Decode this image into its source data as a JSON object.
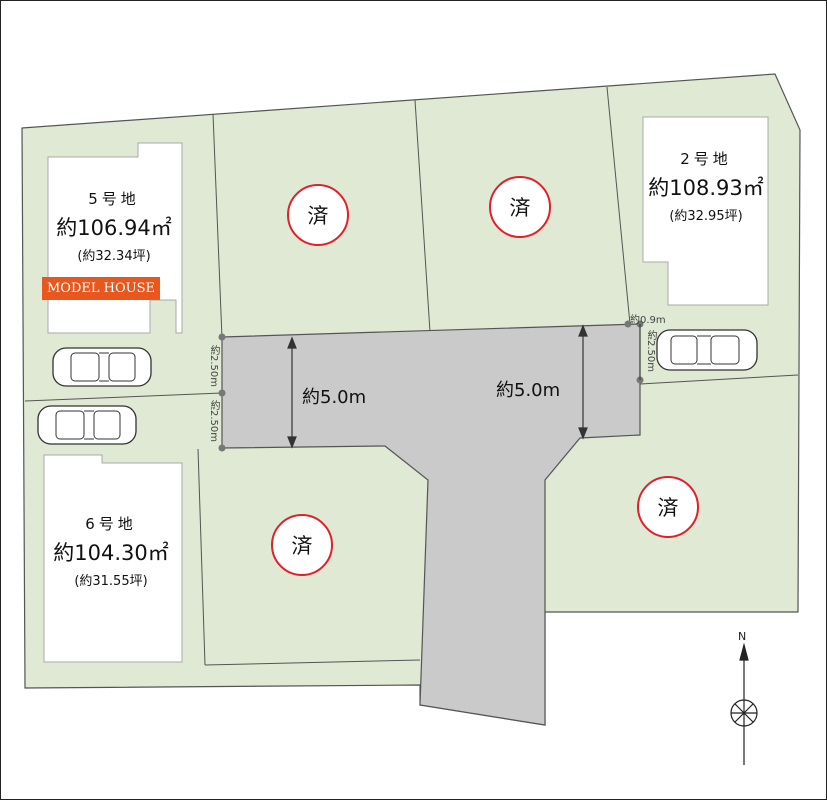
{
  "lots": [
    {
      "id": "lot-2",
      "name": "2号地",
      "area": "約108.93㎡",
      "tsubo": "(約32.95坪)"
    },
    {
      "id": "lot-5",
      "name": "5号地",
      "area": "約106.94㎡",
      "tsubo": "(約32.34坪)"
    },
    {
      "id": "lot-6",
      "name": "6号地",
      "area": "約104.30㎡",
      "tsubo": "(約31.55坪)"
    }
  ],
  "badge": {
    "model_house": "MODEL HOUSE"
  },
  "sold_mark": "済",
  "dimensions": {
    "road_width_left": "約5.0m",
    "road_width_right": "約5.0m",
    "parking_5": "約2.50m",
    "parking_6": "約2.50m",
    "parking_2": "約2.50m",
    "offset_2": "約0.9m"
  },
  "compass": {
    "north": "N"
  },
  "colors": {
    "lot_fill": "#dfe9d3",
    "road_fill": "#cacaca",
    "sold_ring": "#e0202a",
    "badge": "#e8571e"
  }
}
